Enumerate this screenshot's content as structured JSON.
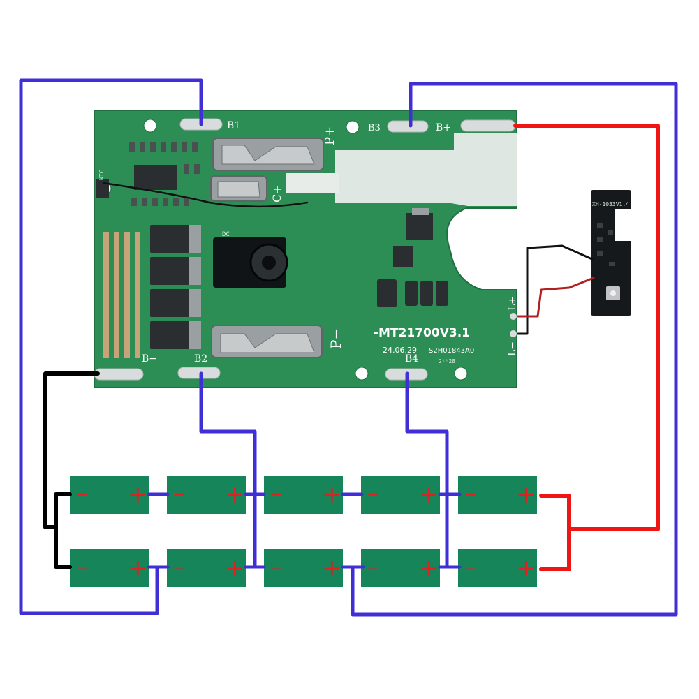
{
  "colors": {
    "board": "#2c8e55",
    "board_edge": "#1f6e40",
    "cell": "#16865a",
    "plus_sign": "#e02020",
    "wire_blue": "#3f2fd4",
    "wire_red": "#f01515",
    "wire_black": "#000000",
    "pad": "#d9dcdc",
    "terminal": "#9aa0a2",
    "ic": "#2a2e30",
    "sub_board": "#15191b"
  },
  "board": {
    "model": "-MT21700V3.1",
    "date": "24.06.29",
    "serial": "S2H01843A0",
    "code": "2ᵗʰ28",
    "labels": {
      "b1": "B1",
      "b2": "B2",
      "b3": "B3",
      "b4": "B4",
      "b_plus": "B+",
      "b_minus": "B−",
      "p_plus": "P+",
      "p_minus": "P−",
      "c_plus": "C+",
      "l_plus": "L+",
      "l_minus": "L−",
      "ntc": "NTC",
      "dc": "DC"
    }
  },
  "led_board": {
    "label": "XH-1033V1.4"
  },
  "cells": {
    "rows": 2,
    "cols": 5,
    "plus_glyph": "+",
    "minus_glyph": "−"
  }
}
